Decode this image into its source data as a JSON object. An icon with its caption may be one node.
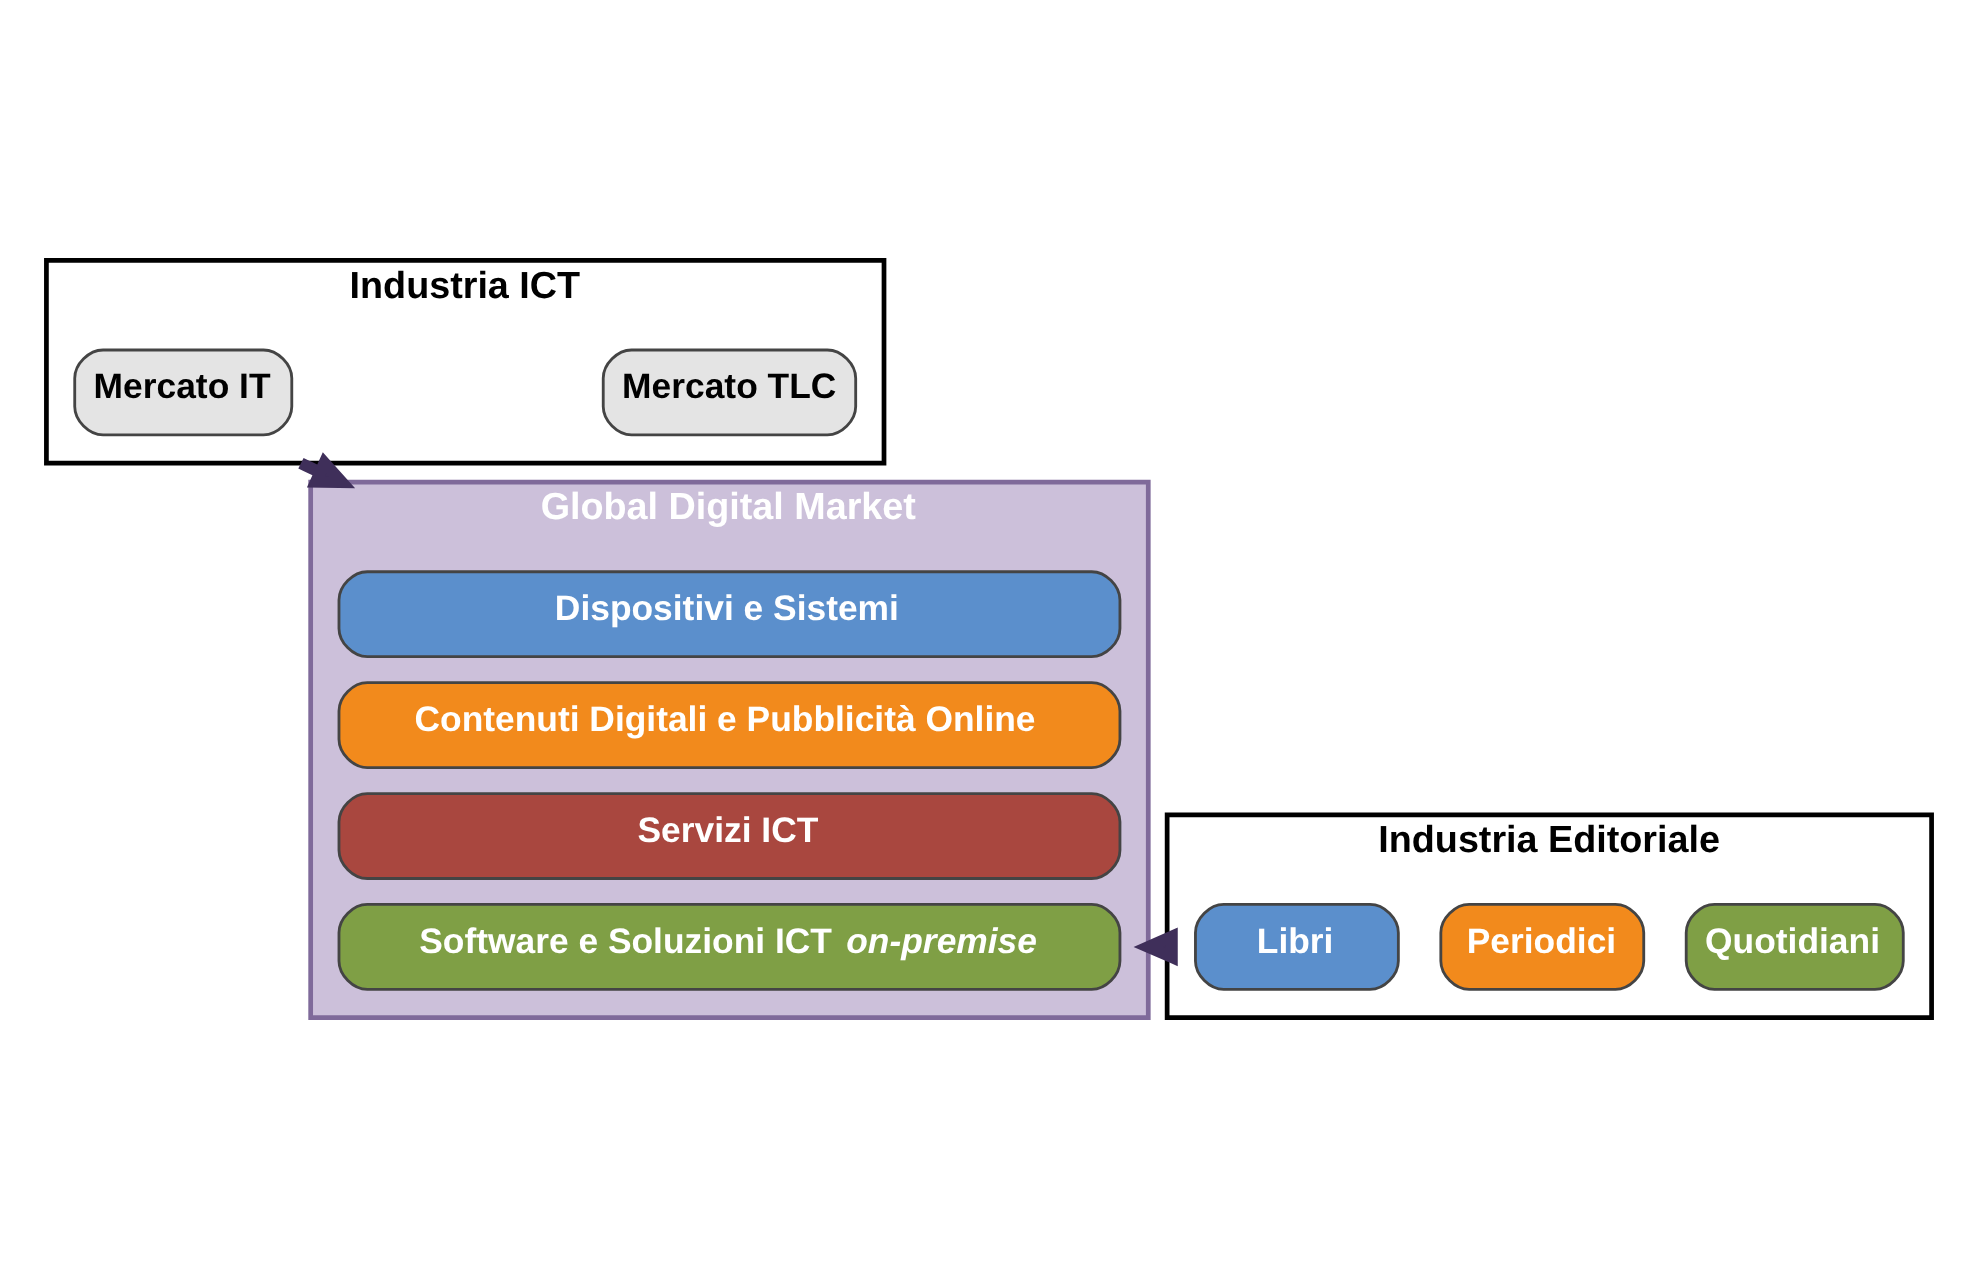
{
  "diagram": {
    "nodes": [
      {
        "text": [
          "Industria ICT"
        ]
      },
      {
        "text": [
          "Mercato IT"
        ],
        "in": 0
      },
      {
        "text": [
          "Mercato TLC"
        ],
        "in": 0
      },
      {
        "text": [
          "Global Digital Market"
        ]
      },
      {
        "text": [
          "Dispositivi e Sistemi"
        ],
        "in": 3
      },
      {
        "text": [
          "Contenuti Digitali e Pubblicità Online"
        ],
        "in": 3
      },
      {
        "text": [
          "Servizi ICT"
        ],
        "in": 3
      },
      {
        "text": [
          "Software e Soluzioni ICT *on-premise*"
        ],
        "in": 3
      },
      {
        "text": [
          "Industria Editoriale"
        ]
      },
      {
        "text": [
          "Libri"
        ],
        "in": 8
      },
      {
        "text": [
          "Periodici"
        ],
        "in": 8
      },
      {
        "text": [
          "Quotidiani"
        ],
        "in": 8
      }
    ],
    "edges": [
      {
        "from": 0,
        "to": 3,
        "arrow": "to"
      },
      {
        "from": 8,
        "to": 3,
        "arrow": "to"
      }
    ]
  }
}
